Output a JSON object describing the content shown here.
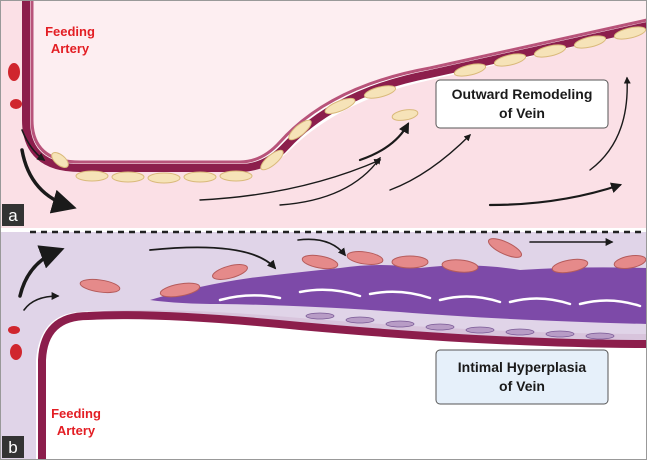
{
  "panel_a": {
    "letter": "a",
    "feeding_label_line1": "Feeding",
    "feeding_label_line2": "Artery",
    "title_line1": "Outward Remodeling",
    "title_line2": "of Vein"
  },
  "panel_b": {
    "letter": "b",
    "feeding_label_line1": "Feeding",
    "feeding_label_line2": "Artery",
    "title_line1": "Intimal Hyperplasia",
    "title_line2": "of Vein"
  },
  "colors": {
    "vessel_wall": "#8c1e4c",
    "vessel_wall_light": "#b8537a",
    "lumen_a": "#fbe0e6",
    "lumen_b": "#e0d4e8",
    "tissue_b": "#c9a9cc",
    "neointima": "#7d4aa8",
    "endothelial": "#f6e3b8",
    "smooth_muscle": "#e58a8a",
    "red_cell": "#d0262e",
    "label_red": "#e31e24",
    "arrow": "#1a1a1a"
  }
}
